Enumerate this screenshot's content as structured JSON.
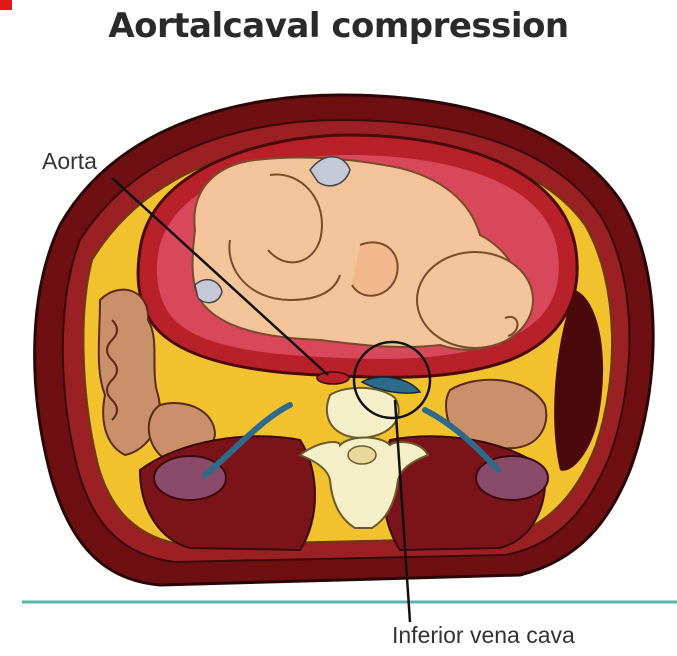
{
  "title": "Aortalcaval compression",
  "labels": {
    "aorta": "Aorta",
    "ivc": "Inferior vena cava"
  },
  "colors": {
    "muscle": "#8c1a1c",
    "fat": "#f2c12e",
    "skin": "#f7e9c6",
    "uterus": "#b8202a",
    "fetus_skin": "#f3c49a",
    "vessel": "#2e6b8a",
    "ground_line": "#58b5a8"
  }
}
